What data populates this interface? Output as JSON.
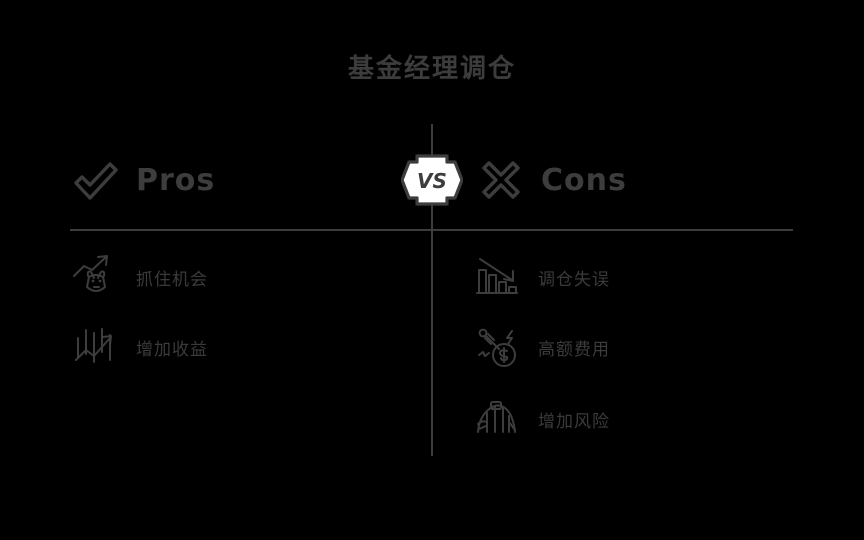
{
  "title": "基金经理调仓",
  "center_badge": {
    "label": "VS",
    "icon": "vs-hexagon-badge"
  },
  "colors": {
    "background": "#000000",
    "stroke": "#3d3d3d",
    "text": "#3b3b3b",
    "badge_fill": "#ffffff",
    "badge_text": "#3d3d3d"
  },
  "columns": [
    {
      "key": "pros",
      "label": "Pros",
      "icon": "check-mark-icon",
      "items": [
        {
          "label": "抓住机会",
          "icon": "bull-market-up-arrow-icon"
        },
        {
          "label": "增加收益",
          "icon": "rising-candlestick-chart-icon"
        }
      ]
    },
    {
      "key": "cons",
      "label": "Cons",
      "icon": "cross-mark-icon",
      "items": [
        {
          "label": "调仓失误",
          "icon": "declining-bar-chart-icon"
        },
        {
          "label": "高额费用",
          "icon": "dollar-coin-syringe-icon"
        },
        {
          "label": "增加风险",
          "icon": "roller-coaster-icon"
        }
      ]
    }
  ]
}
